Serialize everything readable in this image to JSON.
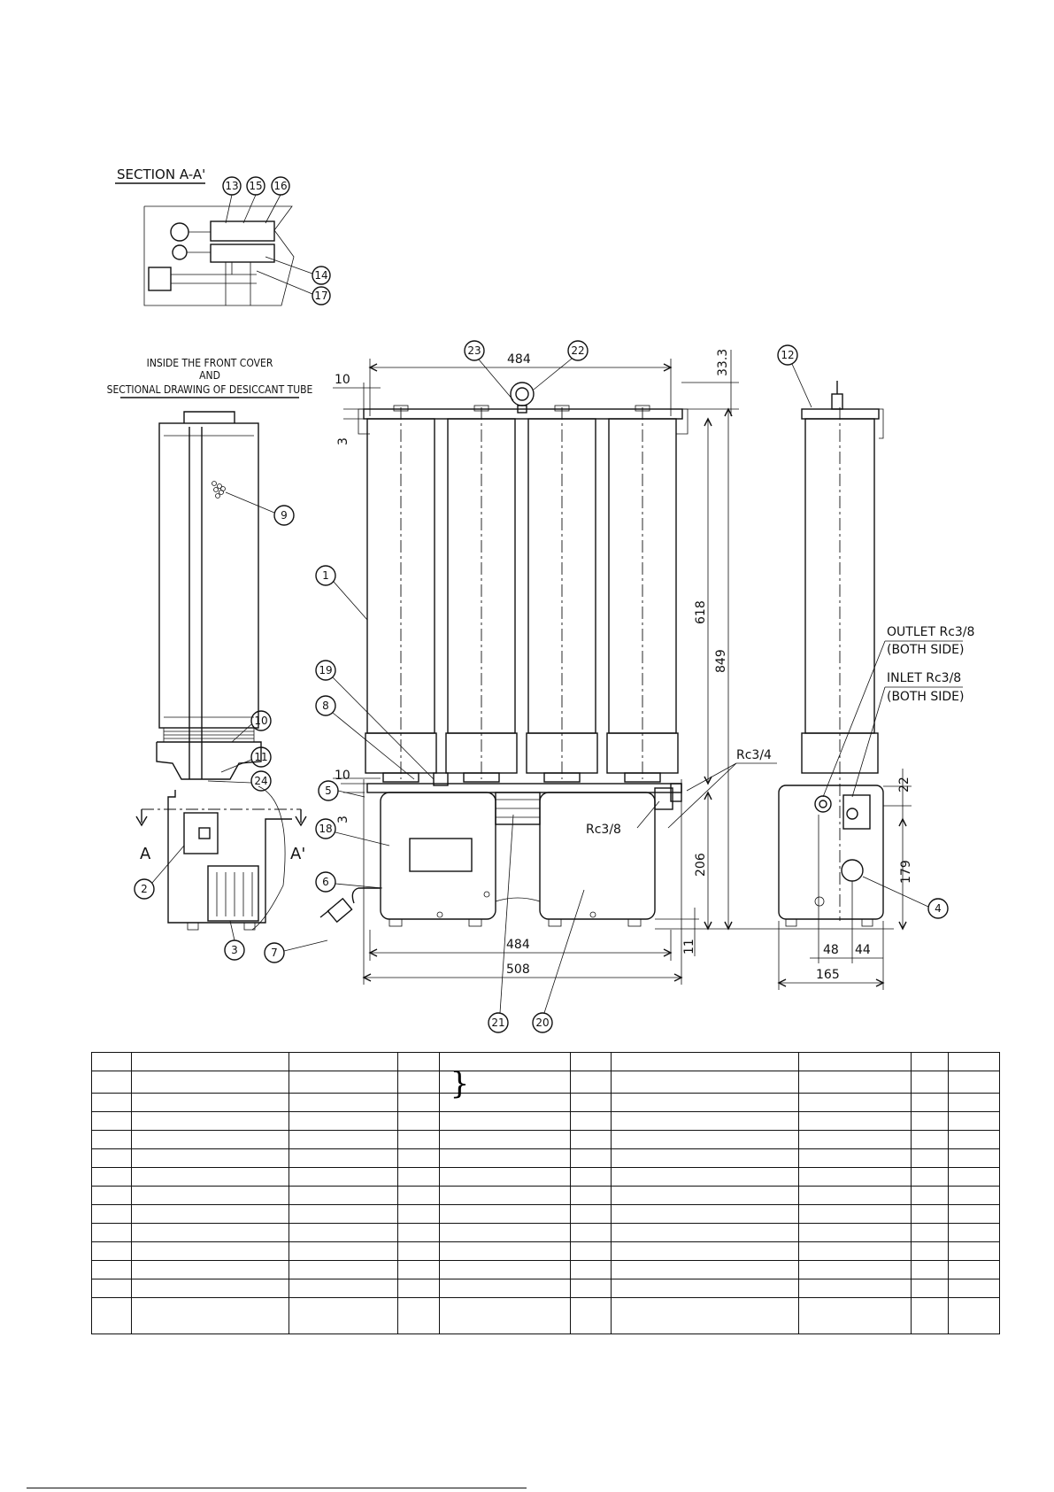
{
  "section_view": {
    "title": "SECTION A-A'",
    "callouts": [
      "13",
      "15",
      "16",
      "14",
      "17"
    ]
  },
  "inside_view": {
    "heading_line1": "INSIDE THE FRONT COVER",
    "heading_line2": "AND",
    "heading_line3": "SECTIONAL DRAWING OF DESICCANT TUBE",
    "callouts": [
      "9",
      "10",
      "11",
      "24",
      "2",
      "3"
    ],
    "section_mark_left": "A",
    "section_mark_right": "A'"
  },
  "front_view": {
    "callouts": [
      "23",
      "22",
      "1",
      "19",
      "8",
      "5",
      "18",
      "6",
      "7",
      "21",
      "20"
    ],
    "dimensions": {
      "top_width": "484",
      "left_offset_top": "10",
      "top_flange": "3",
      "eye_height": "33.3",
      "tube_height": "618",
      "overall_height": "849",
      "left_offset_base": "10",
      "base_flange": "3",
      "base_height": "206",
      "foot_height": "11",
      "base_width_inner": "484",
      "base_width_outer": "508"
    },
    "port_labels": {
      "drain_port": "Rc3/4",
      "pipe_port": "Rc3/8"
    }
  },
  "side_view": {
    "callouts": [
      "12",
      "4"
    ],
    "outlet_label": "OUTLET Rc3/8",
    "outlet_note": "(BOTH SIDE)",
    "inlet_label": "INLET Rc3/8",
    "inlet_note": "(BOTH SIDE)",
    "dimensions": {
      "port_offset": "22",
      "port_height": "179",
      "port_x1": "48",
      "port_x2": "44",
      "depth": "165"
    }
  },
  "parts_table": {
    "rows": 14,
    "columns": 10
  }
}
